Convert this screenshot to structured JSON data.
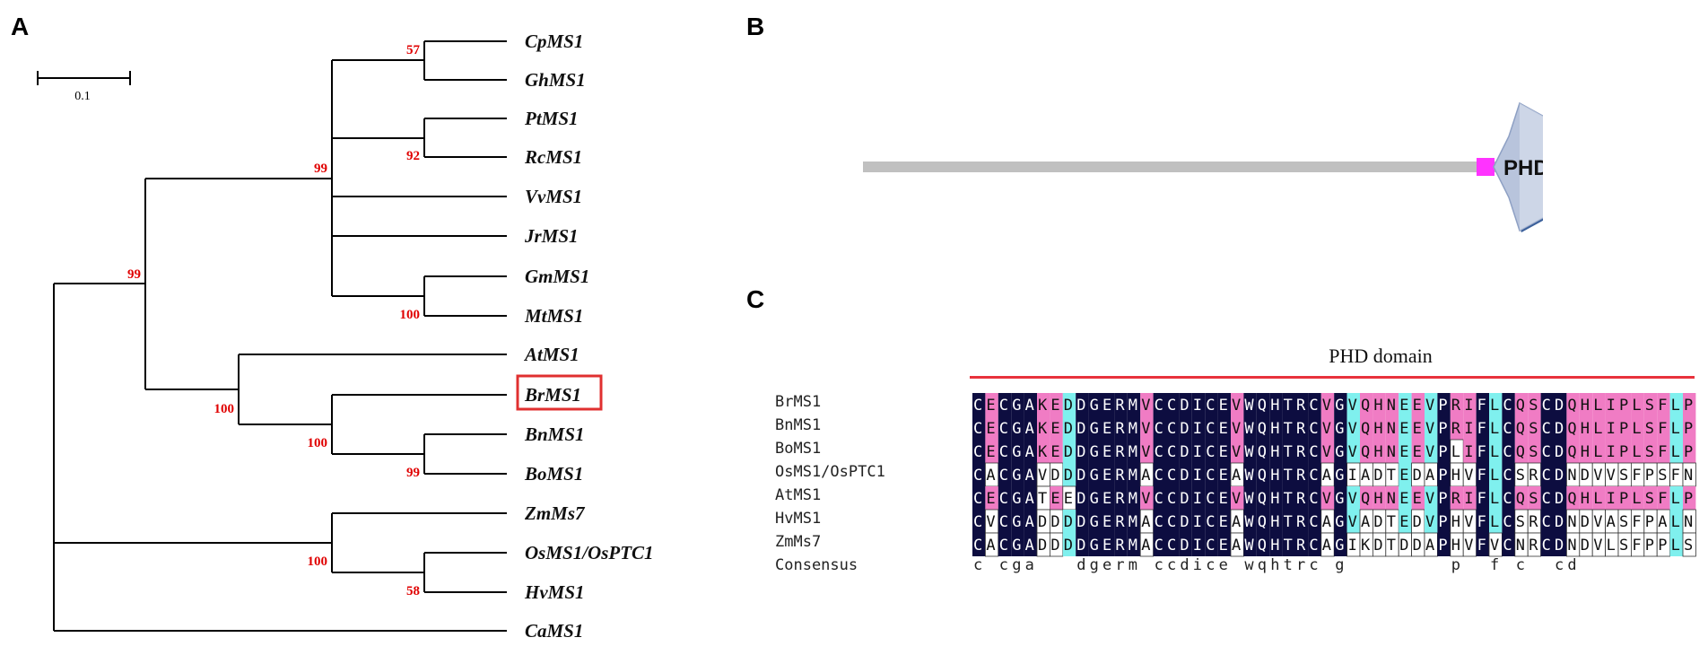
{
  "panels": {
    "a": "A",
    "b": "B",
    "c": "C"
  },
  "tree": {
    "scale_label": "0.1",
    "leaves": [
      "CpMS1",
      "GhMS1",
      "PtMS1",
      "RcMS1",
      "VvMS1",
      "JrMS1",
      "GmMS1",
      "MtMS1",
      "AtMS1",
      "BrMS1",
      "BnMS1",
      "BoMS1",
      "ZmMs7",
      "OsMS1/OsPTC1",
      "HvMS1",
      "CaMS1"
    ],
    "highlighted_leaf": "BrMS1",
    "bootstrap": [
      "57",
      "92",
      "99",
      "99",
      "100",
      "100",
      "100",
      "99",
      "100",
      "58"
    ],
    "branch_color": "#000000",
    "bootstrap_color": "#e00000",
    "highlight_color": "#e03030"
  },
  "domain_diagram": {
    "domain_label": "PHD",
    "backbone_color": "#c0c0c0",
    "motif_color": "#ff33ff",
    "domain_fill": "#b8c4dc",
    "domain_edge": "#3a5f9a"
  },
  "alignment": {
    "domain_title": "PHD domain",
    "title_bar_color": "#e8323c",
    "names": [
      "BrMS1",
      "BnMS1",
      "BoMS1",
      "OsMS1/OsPTC1",
      "AtMS1",
      "HvMS1",
      "ZmMs7"
    ],
    "sequences": [
      "CECGAKEDDGERMVCCDICEVWQHTRCVGVQHNEEVPRIFLCQSCDQHLIPLSFLP",
      "CECGAKEDDGERMVCCDICEVWQHTRCVGVQHNEEVPRIFLCQSCDQHLIPLSFLP",
      "CECGAKEDDGERMVCCDICEVWQHTRCVGVQHNEEVPLIFLCQSCDQHLIPLSFLP",
      "CACGAVDDDGERMACCDICEAWQHTRCAGIADTEDAPHVFLCSRCDNDVVSFPSFN",
      "CECGATEEDGERMVCCDICEVWQHTRCVGVQHNEEVPRIFLCQSCDQHLIPLSFLP",
      "CVCGADDDDGERMACCDICEAWQHTRCAGVADTEDVPHVFLCSRCDNDVASFPALN",
      "CACGADDDDGERMACCDICEAWQHTRCAGIKDTDDAPHVFVCNRCDNDVLSFPPLS"
    ],
    "consensus_label": "Consensus",
    "consensus": "c cga   dgerm ccdice wqhtrc g        p  f c  cd          ",
    "colors": {
      "identical": "#0d0d40",
      "similar": "#7ff0ee",
      "pink": "#f07cc4",
      "dark_text": "#ffffff",
      "light_text": "#111111"
    }
  }
}
